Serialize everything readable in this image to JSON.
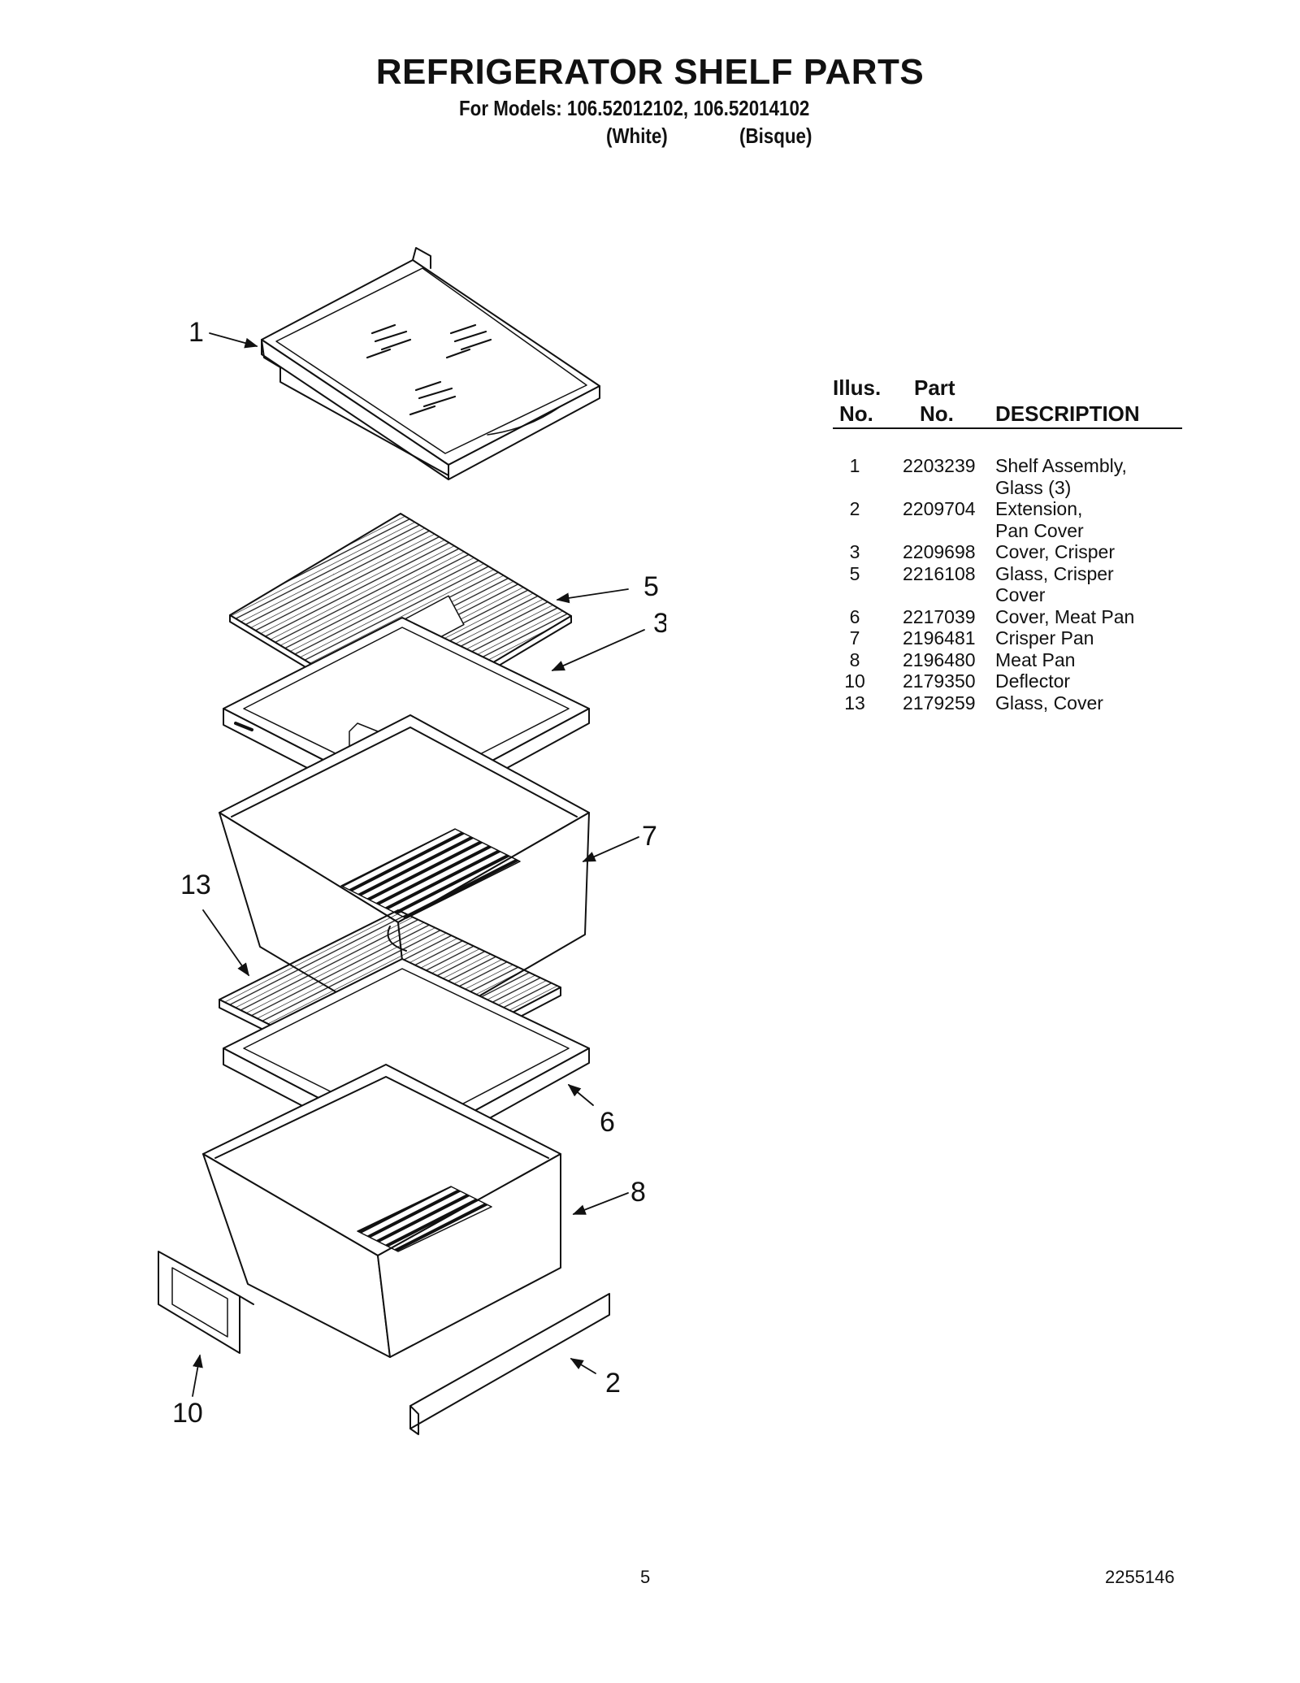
{
  "header": {
    "title": "REFRIGERATOR SHELF PARTS",
    "models_line": "For Models: 106.52012102, 106.52014102",
    "variant_white": "(White)",
    "variant_bisque": "(Bisque)"
  },
  "diagram": {
    "callouts": [
      "1",
      "5",
      "3",
      "7",
      "13",
      "6",
      "8",
      "2",
      "10"
    ]
  },
  "parts_table": {
    "headers": {
      "illus_1": "Illus.",
      "illus_2": "No.",
      "part_1": "Part",
      "part_2": "No.",
      "description": "DESCRIPTION"
    },
    "rows": [
      {
        "illus": "1",
        "part": "2203239",
        "desc": "Shelf Assembly,\nGlass (3)"
      },
      {
        "illus": "2",
        "part": "2209704",
        "desc": "Extension,\nPan Cover"
      },
      {
        "illus": "3",
        "part": "2209698",
        "desc": "Cover, Crisper"
      },
      {
        "illus": "5",
        "part": "2216108",
        "desc": "Glass, Crisper\nCover"
      },
      {
        "illus": "6",
        "part": "2217039",
        "desc": "Cover, Meat Pan"
      },
      {
        "illus": "7",
        "part": "2196481",
        "desc": "Crisper Pan"
      },
      {
        "illus": "8",
        "part": "2196480",
        "desc": "Meat Pan"
      },
      {
        "illus": "10",
        "part": "2179350",
        "desc": "Deflector"
      },
      {
        "illus": "13",
        "part": "2179259",
        "desc": "Glass, Cover"
      }
    ]
  },
  "footer": {
    "page_number": "5",
    "document_number": "2255146"
  }
}
